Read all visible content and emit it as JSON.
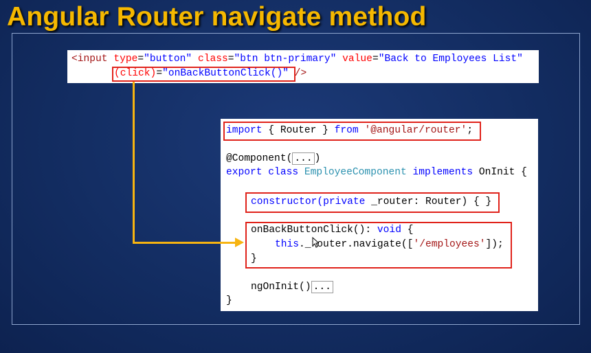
{
  "title": "Angular Router navigate method",
  "input_snippet": {
    "open_tag": "<input",
    "type_attr": "type",
    "type_val": "\"button\"",
    "class_attr": "class",
    "class_val": "\"btn btn-primary\"",
    "value_attr": "value",
    "value_val": "\"Back to Employees List\"",
    "click_attr": "(click)",
    "click_val": "\"onBackButtonClick()\"",
    "close_tag": "/>"
  },
  "component_snippet": {
    "import_kw": "import",
    "import_body": " { Router } ",
    "from_kw": "from",
    "import_path": "'@angular/router'",
    "import_end": ";",
    "decorator": "@Component(",
    "decorator_ellipsis": "...",
    "decorator_close": ")",
    "export_kw": "export class",
    "class_name": "EmployeeComponent",
    "implements_kw": "implements",
    "interface_name": "OnInit {",
    "ctor_kw": "constructor(",
    "private_kw": "private",
    "ctor_rest": " _router: Router) { }",
    "method_sig": "onBackButtonClick(): ",
    "void_kw": "void",
    "method_open": " {",
    "this_kw": "this",
    "nav_call": "._router.navigate([",
    "nav_path": "'/employees'",
    "nav_end": "]);",
    "method_close": "}",
    "ngoninit": "ngOnInit()",
    "ngoninit_ellipsis": "...",
    "class_close": "}"
  }
}
